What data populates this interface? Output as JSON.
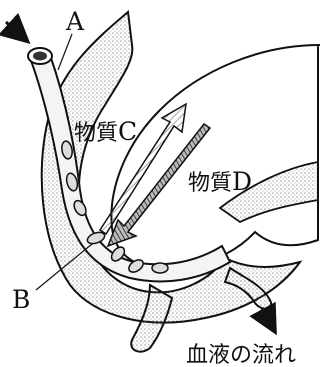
{
  "labels": {
    "a": "A",
    "b": "B",
    "substance_c_prefix": "物質",
    "substance_c_letter": "C",
    "substance_d_prefix": "物質",
    "substance_d_letter": "D",
    "blood_flow": "血液の流れ"
  },
  "colors": {
    "ink": "#111111",
    "hatch": "#555555",
    "paper": "#ffffff"
  }
}
